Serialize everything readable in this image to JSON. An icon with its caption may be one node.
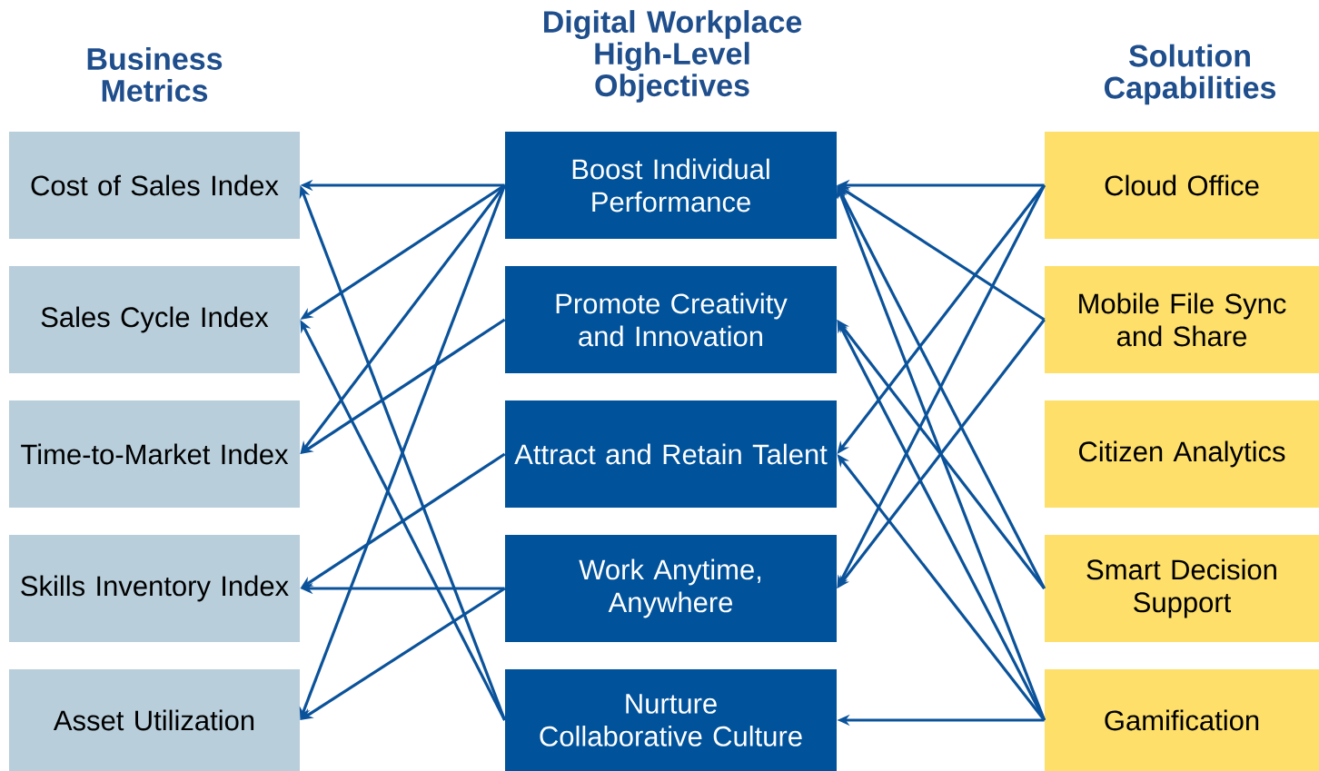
{
  "diagram": {
    "nodes": [
      {
        "text": [
          "Cost of Sales Index"
        ]
      },
      {
        "text": [
          "Sales Cycle Index"
        ]
      },
      {
        "text": [
          "Time-to-Market Index"
        ]
      },
      {
        "text": [
          "Skills Inventory Index"
        ]
      },
      {
        "text": [
          "Asset Utilization"
        ]
      },
      {
        "text": [
          "Boost Individual Performance"
        ]
      },
      {
        "text": [
          "Promote Creativity and Innovation"
        ]
      },
      {
        "text": [
          "Attract and Retain Talent"
        ]
      },
      {
        "text": [
          "Work Anytime, Anywhere"
        ]
      },
      {
        "text": [
          "Nurture Collaborative Culture"
        ]
      },
      {
        "text": [
          "Cloud Office"
        ]
      },
      {
        "text": [
          "Mobile File Sync and Share"
        ]
      },
      {
        "text": [
          "Citizen Analytics"
        ]
      },
      {
        "text": [
          "Smart Decision Support"
        ]
      },
      {
        "text": [
          "Gamification"
        ]
      }
    ],
    "edges": [
      {
        "from": 5,
        "to": 0,
        "arrow": "to"
      },
      {
        "from": 5,
        "to": 1,
        "arrow": "to"
      },
      {
        "from": 5,
        "to": 2,
        "arrow": "to"
      },
      {
        "from": 5,
        "to": 4,
        "arrow": "to"
      },
      {
        "from": 6,
        "to": 2,
        "arrow": "to"
      },
      {
        "from": 7,
        "to": 3,
        "arrow": "to"
      },
      {
        "from": 8,
        "to": 3,
        "arrow": "to"
      },
      {
        "from": 8,
        "to": 4,
        "arrow": "to"
      },
      {
        "from": 9,
        "to": 0,
        "arrow": "to"
      },
      {
        "from": 9,
        "to": 1,
        "arrow": "to"
      },
      {
        "from": 10,
        "to": 5,
        "arrow": "to"
      },
      {
        "from": 11,
        "to": 5,
        "arrow": "to"
      },
      {
        "from": 13,
        "to": 5,
        "arrow": "to"
      },
      {
        "from": 14,
        "to": 5,
        "arrow": "to"
      },
      {
        "from": 13,
        "to": 6,
        "arrow": "to"
      },
      {
        "from": 14,
        "to": 6,
        "arrow": "to"
      },
      {
        "from": 10,
        "to": 7,
        "arrow": "to"
      },
      {
        "from": 14,
        "to": 7,
        "arrow": "to"
      },
      {
        "from": 10,
        "to": 8,
        "arrow": "to"
      },
      {
        "from": 11,
        "to": 8,
        "arrow": "to"
      },
      {
        "from": 14,
        "to": 9,
        "arrow": "to"
      }
    ],
    "labels": [
      "Business Metrics",
      "Digital Workplace High-Level Objectives",
      "Solution Capabilities"
    ]
  }
}
